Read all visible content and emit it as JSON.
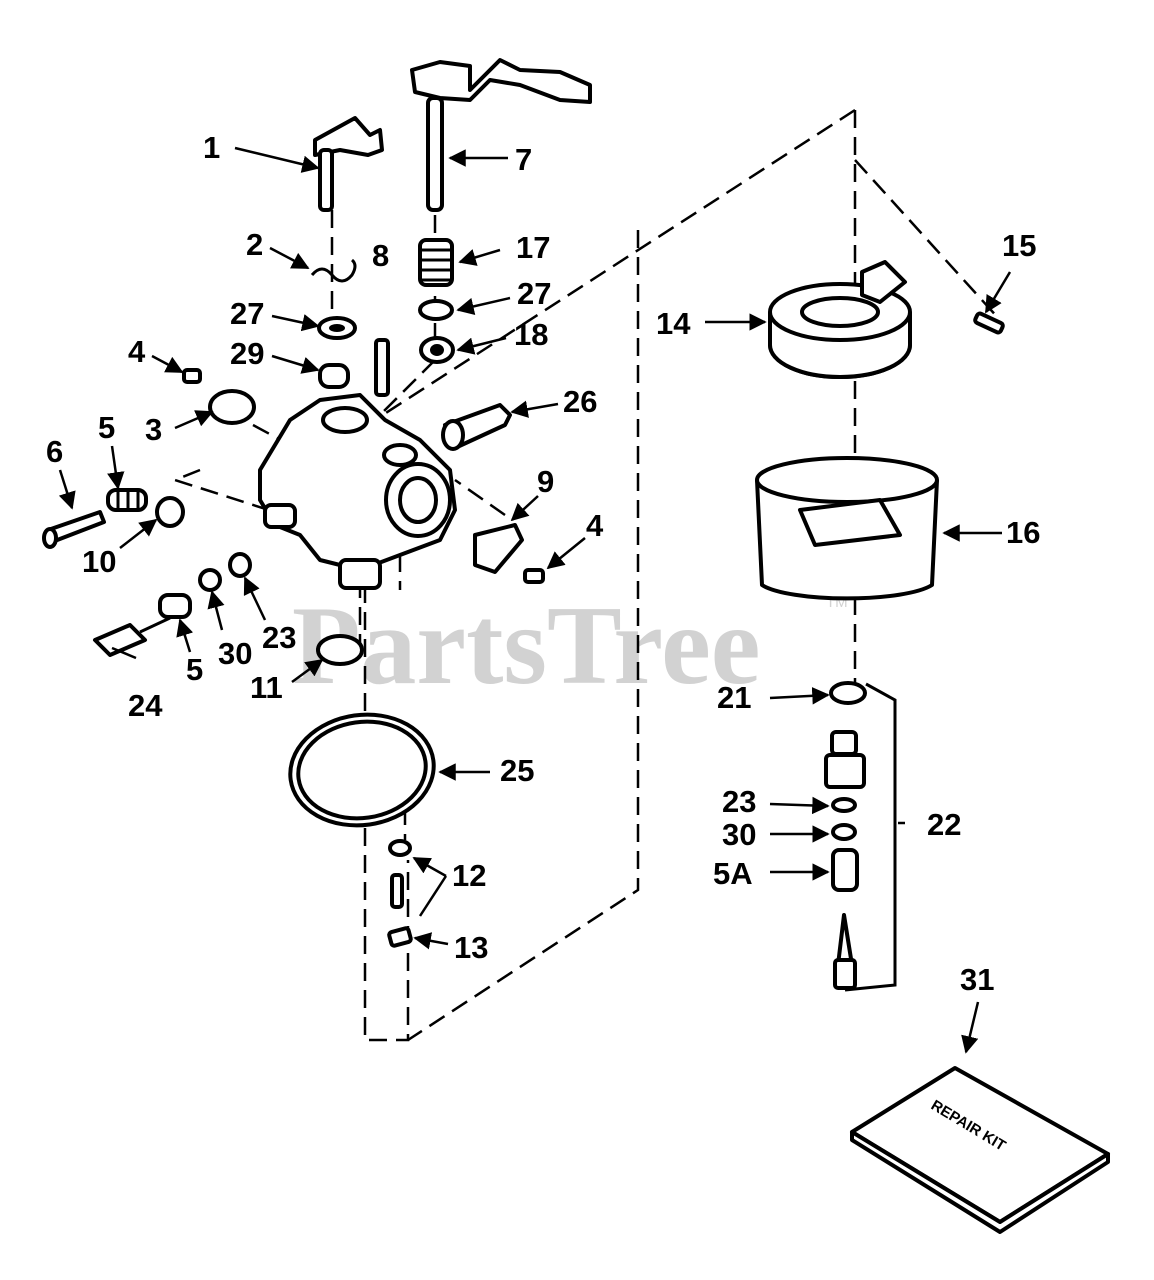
{
  "watermark": {
    "text": "PartsTree",
    "trademark": "TM"
  },
  "kit_text": "REPAIR KIT",
  "callouts": [
    {
      "id": "1",
      "label": "1"
    },
    {
      "id": "2",
      "label": "2"
    },
    {
      "id": "3",
      "label": "3"
    },
    {
      "id": "4a",
      "label": "4"
    },
    {
      "id": "4b",
      "label": "4"
    },
    {
      "id": "5a",
      "label": "5"
    },
    {
      "id": "5b",
      "label": "5"
    },
    {
      "id": "5A",
      "label": "5A"
    },
    {
      "id": "6",
      "label": "6"
    },
    {
      "id": "7",
      "label": "7"
    },
    {
      "id": "8",
      "label": "8"
    },
    {
      "id": "9",
      "label": "9"
    },
    {
      "id": "10",
      "label": "10"
    },
    {
      "id": "11",
      "label": "11"
    },
    {
      "id": "12",
      "label": "12"
    },
    {
      "id": "13",
      "label": "13"
    },
    {
      "id": "14",
      "label": "14"
    },
    {
      "id": "15",
      "label": "15"
    },
    {
      "id": "16",
      "label": "16"
    },
    {
      "id": "17",
      "label": "17"
    },
    {
      "id": "18",
      "label": "18"
    },
    {
      "id": "21",
      "label": "21"
    },
    {
      "id": "22",
      "label": "22"
    },
    {
      "id": "23a",
      "label": "23"
    },
    {
      "id": "23b",
      "label": "23"
    },
    {
      "id": "24",
      "label": "24"
    },
    {
      "id": "25",
      "label": "25"
    },
    {
      "id": "26",
      "label": "26"
    },
    {
      "id": "27a",
      "label": "27"
    },
    {
      "id": "27b",
      "label": "27"
    },
    {
      "id": "29",
      "label": "29"
    },
    {
      "id": "30a",
      "label": "30"
    },
    {
      "id": "30b",
      "label": "30"
    },
    {
      "id": "31",
      "label": "31"
    }
  ]
}
